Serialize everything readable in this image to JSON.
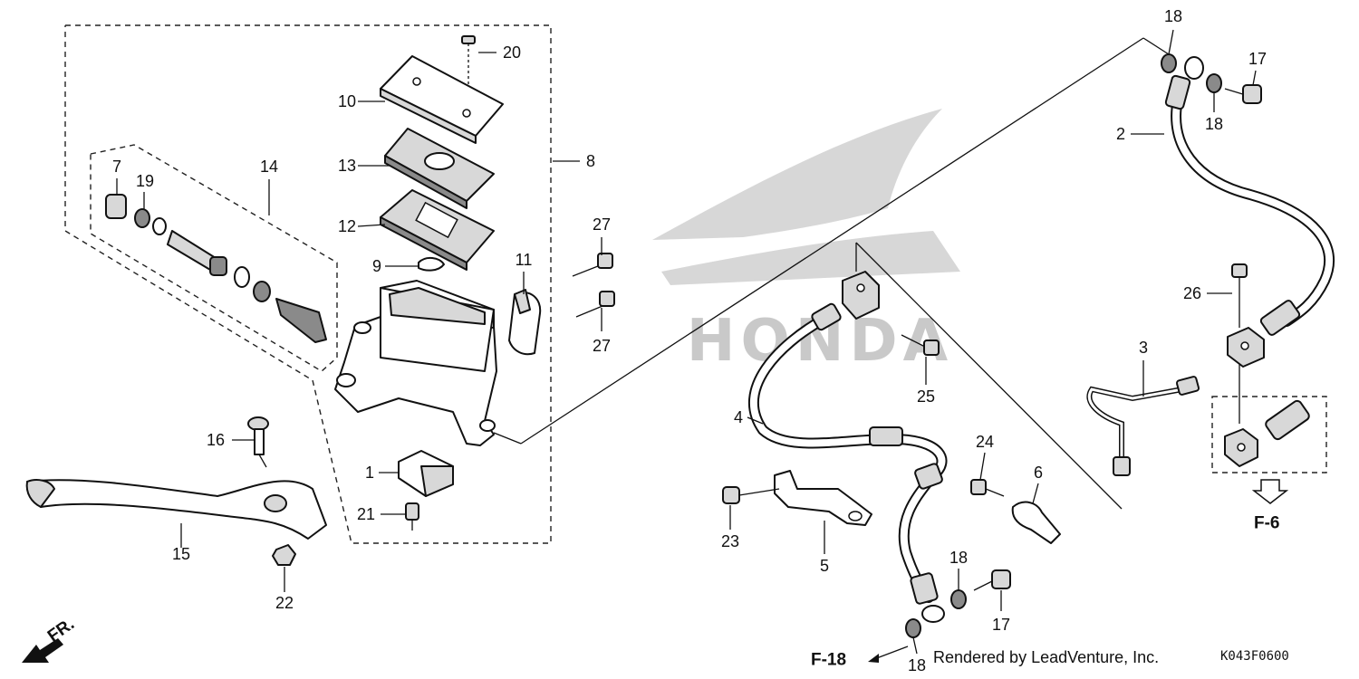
{
  "labels": {
    "1": "1",
    "2": "2",
    "3": "3",
    "4": "4",
    "5": "5",
    "6": "6",
    "7": "7",
    "8": "8",
    "9": "9",
    "10": "10",
    "11": "11",
    "12": "12",
    "13": "13",
    "14": "14",
    "15": "15",
    "16": "16",
    "17": "17",
    "18": "18",
    "19": "19",
    "20": "20",
    "21": "21",
    "22": "22",
    "23": "23",
    "24": "24",
    "25": "25",
    "26": "26",
    "27": "27"
  },
  "refs": {
    "f6": "F-6",
    "f18": "F-18",
    "fr": "FR."
  },
  "footer": {
    "credit": "Rendered by LeadVenture, Inc.",
    "code": "K043F0600"
  },
  "watermark": {
    "logo_text": "HONDA"
  }
}
